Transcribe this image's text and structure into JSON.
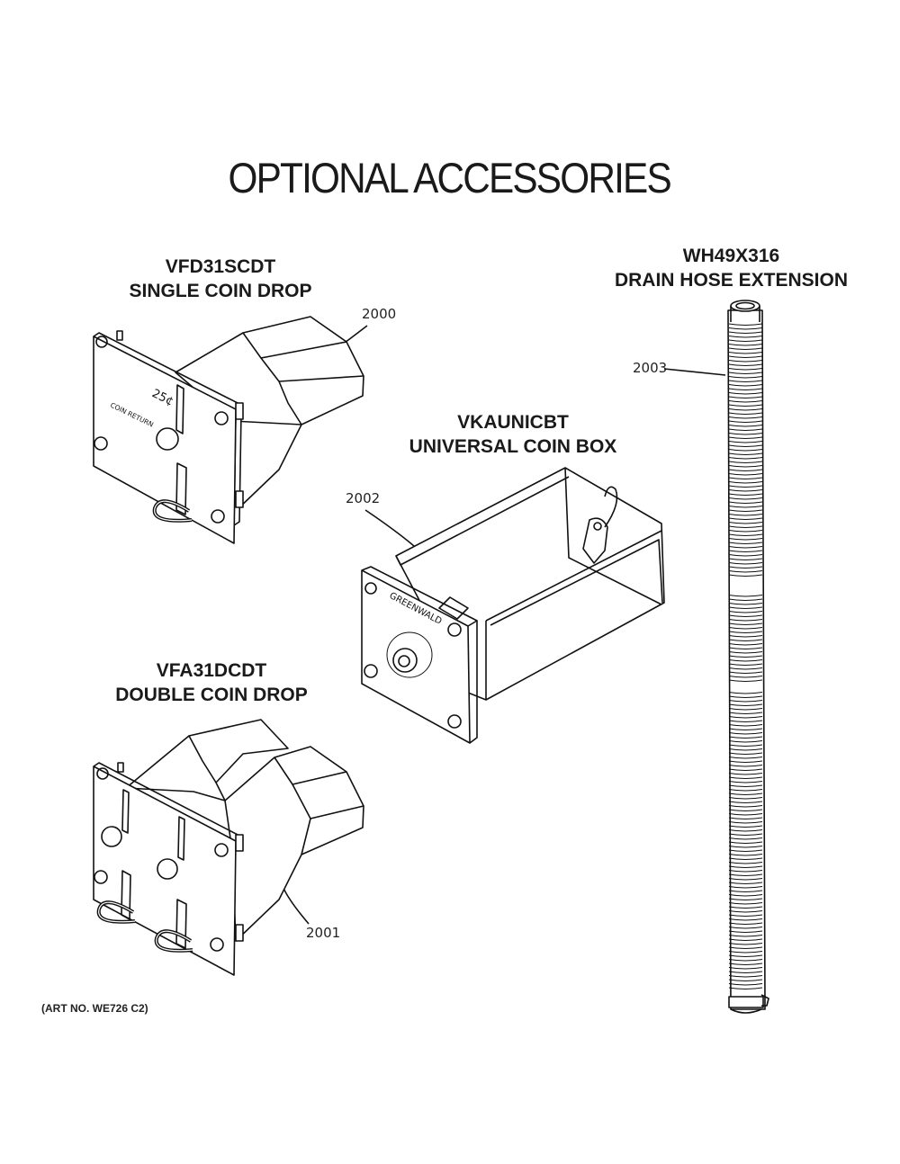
{
  "title": "OPTIONAL ACCESSORIES",
  "accessories": [
    {
      "part_no": "VFD31SCDT",
      "name": "SINGLE COIN DROP",
      "callout": "2000",
      "plate_text": {
        "price": "25¢",
        "coin_return": "COIN RETURN"
      }
    },
    {
      "part_no": "VFA31DCDT",
      "name": "DOUBLE COIN DROP",
      "callout": "2001"
    },
    {
      "part_no": "VKAUNICBT",
      "name": "UNIVERSAL COIN BOX",
      "callout": "2002",
      "plate_text": {
        "brand": "GREENWALD"
      }
    },
    {
      "part_no": "WH49X316",
      "name": "DRAIN HOSE EXTENSION",
      "callout": "2003"
    }
  ],
  "art_no": "(ART NO. WE726 C2)"
}
